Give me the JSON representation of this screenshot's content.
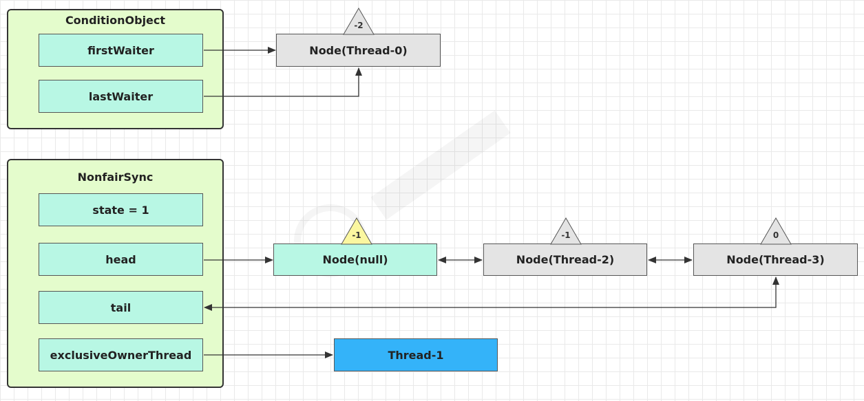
{
  "condition_object": {
    "title": "ConditionObject",
    "fields": {
      "first_waiter": "firstWaiter",
      "last_waiter": "lastWaiter"
    }
  },
  "nonfair_sync": {
    "title": "NonfairSync",
    "fields": {
      "state": "state = 1",
      "head": "head",
      "tail": "tail",
      "exclusive_owner_thread": "exclusiveOwnerThread"
    }
  },
  "nodes": {
    "thread0": {
      "label": "Node(Thread-0)",
      "wait_status": "-2"
    },
    "null_node": {
      "label": "Node(null)",
      "wait_status": "-1"
    },
    "thread2": {
      "label": "Node(Thread-2)",
      "wait_status": "-1"
    },
    "thread3": {
      "label": "Node(Thread-3)",
      "wait_status": "0"
    },
    "owner": {
      "label": "Thread-1"
    }
  },
  "colors": {
    "group_fill": "#e4fccc",
    "field_fill": "#b8f7e4",
    "node_gray": "#e4e4e4",
    "owner_blue": "#34b3f9",
    "badge_yellow": "#fbf7a0",
    "badge_gray": "#e4e4e4"
  }
}
